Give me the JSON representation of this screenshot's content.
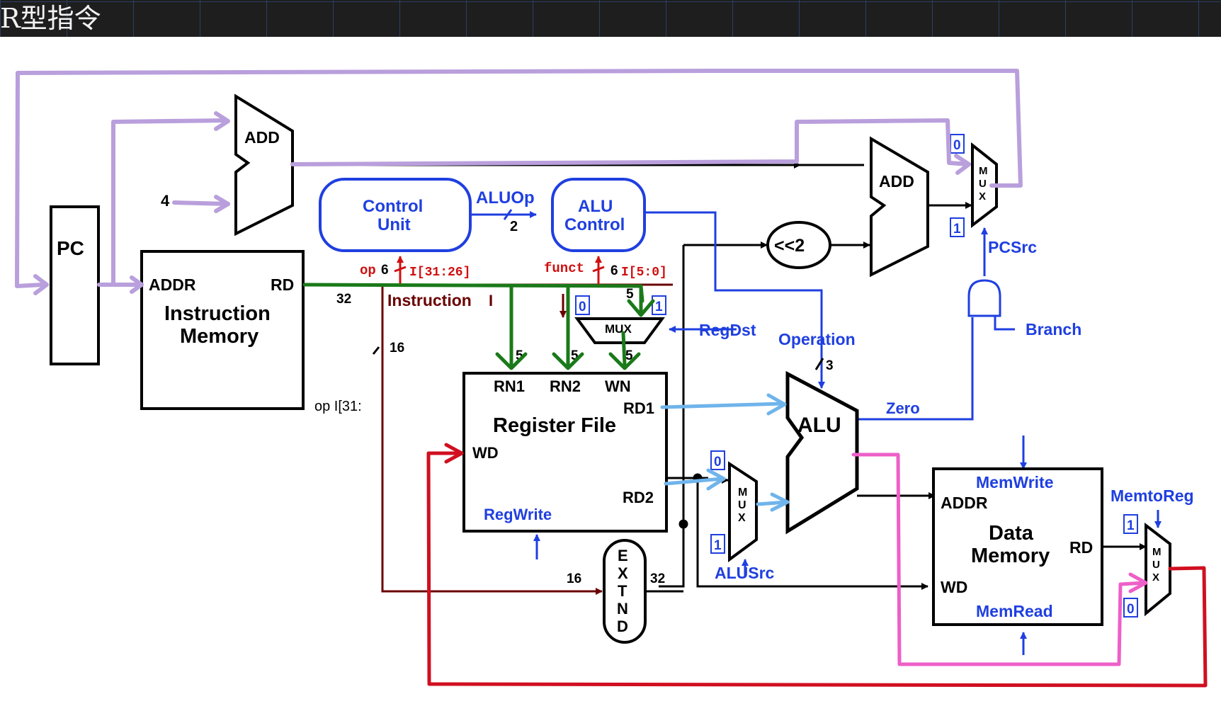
{
  "slide": {
    "title": "R型指令"
  },
  "blocks": {
    "pc": "PC",
    "add_pc": "ADD",
    "add_branch": "ADD",
    "four": "4",
    "imem_addr": "ADDR",
    "imem_rd": "RD",
    "imem_title_1": "Instruction",
    "imem_title_2": "Memory",
    "control_1": "Control",
    "control_2": "Unit",
    "alu_control_1": "ALU",
    "alu_control_2": "Control",
    "aluop": "ALUOp",
    "shift": "<<2",
    "regfile_title": "Register File",
    "rn1": "RN1",
    "rn2": "RN2",
    "wn": "WN",
    "rd1": "RD1",
    "rd2": "RD2",
    "wd": "WD",
    "regwrite": "RegWrite",
    "regdst": "RegDst",
    "mux_small": "MUX",
    "alu": "ALU",
    "zero": "Zero",
    "operation": "Operation",
    "alusrc": "ALUSrc",
    "extnd": [
      "E",
      "X",
      "T",
      "N",
      "D"
    ],
    "dmem_title_1": "Data",
    "dmem_title_2": "Memory",
    "dmem_addr": "ADDR",
    "dmem_wd": "WD",
    "dmem_rd": "RD",
    "memwrite": "MemWrite",
    "memread": "MemRead",
    "memtoreg": "MemtoReg",
    "pcsrc": "PCSrc",
    "branch": "Branch",
    "mux_vert": [
      "M",
      "U",
      "X"
    ],
    "instruction": "Instruction",
    "instr_cursor": "I",
    "op_label": "op",
    "funct_label": "funct",
    "op_bits": "I[31:26]",
    "funct_bits": "I[5:0]",
    "op_fragment": "op I[31:"
  },
  "widths": {
    "w32a": "32",
    "w16a": "16",
    "w16b": "16",
    "w32b": "32",
    "w6a": "6",
    "w6b": "6",
    "w2": "2",
    "w3": "3",
    "w5a": "5",
    "w5b": "5",
    "w5c": "5",
    "w5d": "5"
  },
  "mux_inputs": {
    "zero_label": "0",
    "one_label": "1"
  },
  "colors": {
    "purple": "#b9a0dc",
    "green": "#1a7a1a",
    "light_blue": "#6fb4ea",
    "red_path": "#d01020",
    "pink": "#ee5fc8",
    "control_blue": "#1f3fe0",
    "brown": "#6b0000",
    "title_bg": "#1e1e1e"
  }
}
